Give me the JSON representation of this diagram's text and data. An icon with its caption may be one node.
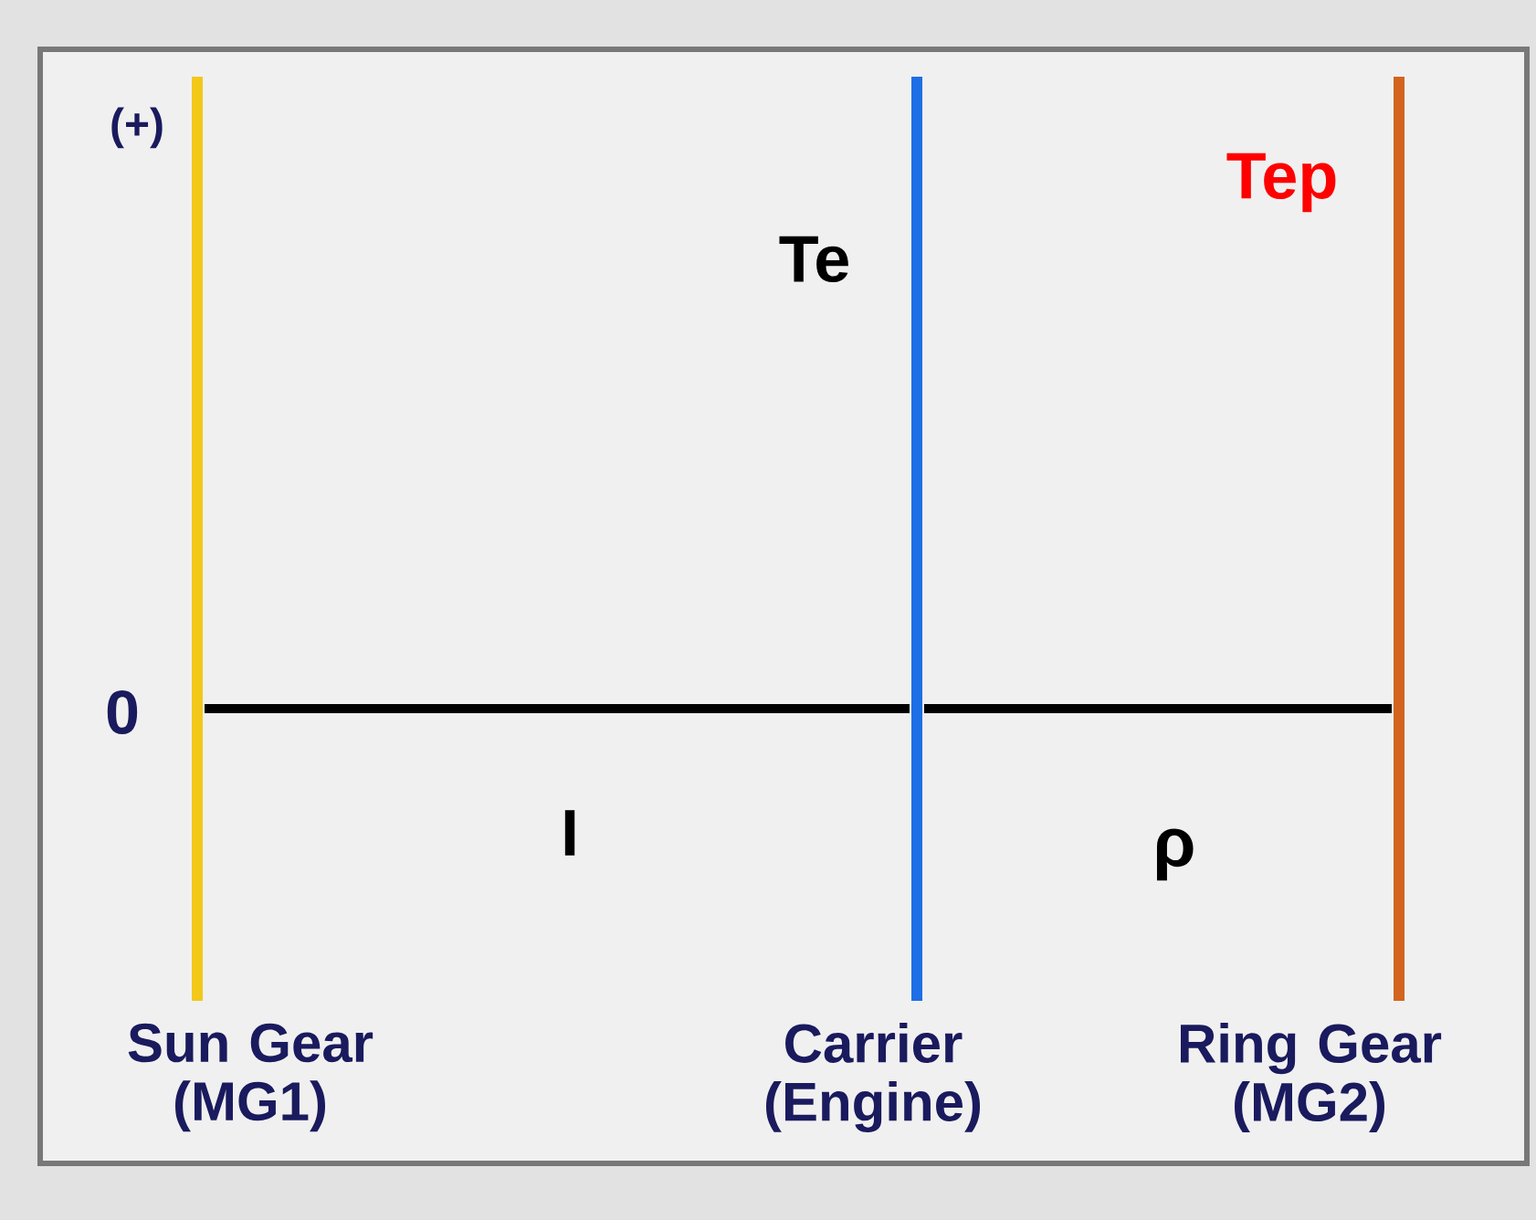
{
  "diagram": {
    "nodes": [
      {
        "text": [
          "Sun Gear (MG1)"
        ]
      },
      {
        "text": [
          "Carrier (Engine)"
        ]
      },
      {
        "text": [
          "Ring Gear (MG2)"
        ]
      }
    ],
    "labels": [
      "(+)",
      "Tep",
      "Te",
      "0",
      "I",
      "ρ"
    ]
  }
}
